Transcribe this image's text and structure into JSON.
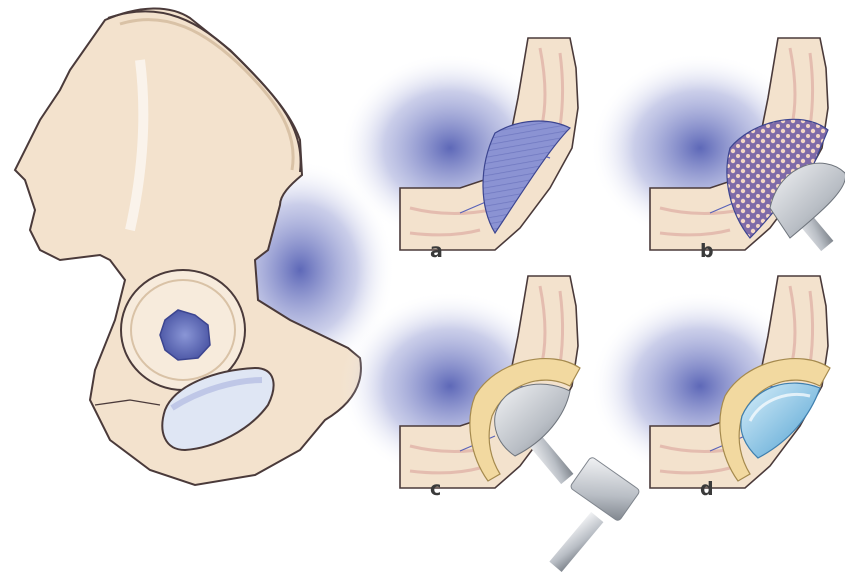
{
  "panels": [
    {
      "id": "a",
      "label": "a"
    },
    {
      "id": "b",
      "label": "b"
    },
    {
      "id": "c",
      "label": "c"
    },
    {
      "id": "d",
      "label": "d"
    }
  ],
  "colors": {
    "bone": "#f3e2cd",
    "bone_outline": "#4a3a3a",
    "cavity_blue": "#5a63b8",
    "shadow_blue": "#7a84c8",
    "cortex_pink": "#e6b9b0",
    "instrument_grey": "#c9cdd2",
    "cement_yellow": "#f2d9a0",
    "cup_blue": "#9fd0ea"
  }
}
